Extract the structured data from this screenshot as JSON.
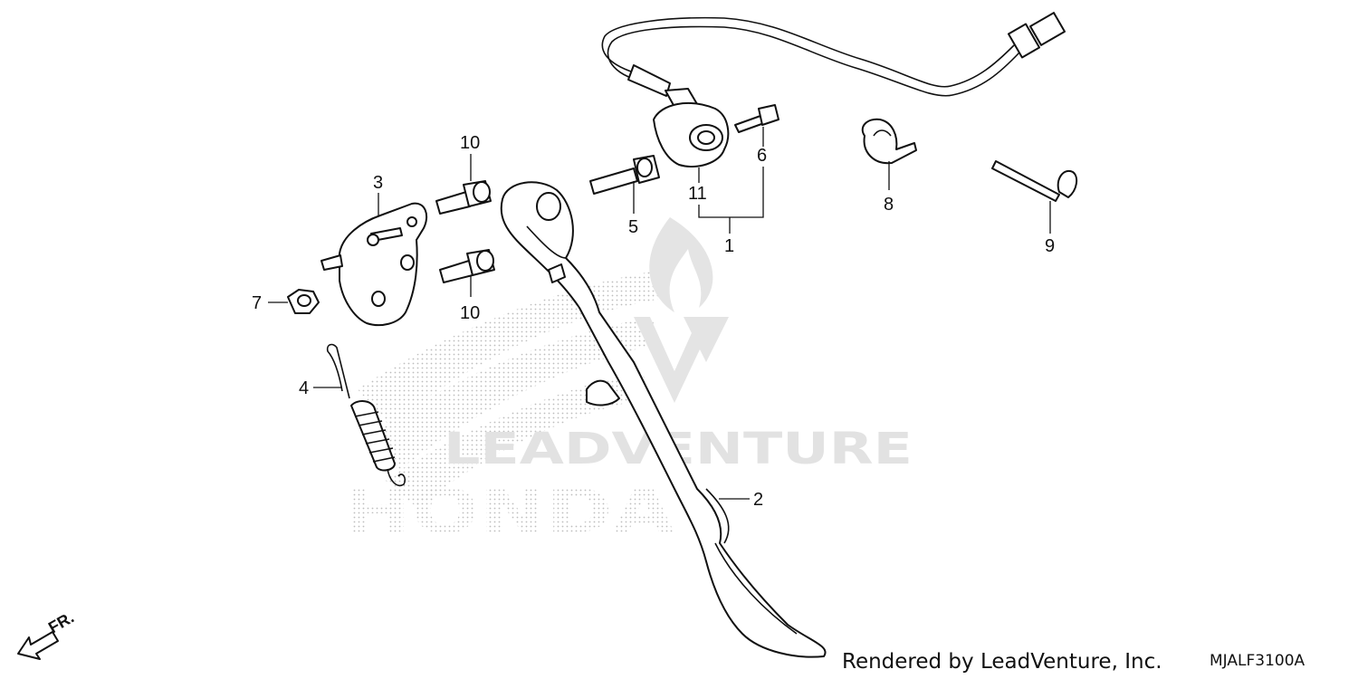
{
  "diagram": {
    "callouts": {
      "p1": "1",
      "p2": "2",
      "p3": "3",
      "p4": "4",
      "p5": "5",
      "p6": "6",
      "p7": "7",
      "p8": "8",
      "p9": "9",
      "p10a": "10",
      "p10b": "10",
      "p11": "11"
    },
    "direction_label": "FR.",
    "watermark": {
      "brand": "LEADVENTURE",
      "maker": "HONDA"
    }
  },
  "footer": {
    "credit": "Rendered by LeadVenture, Inc.",
    "code": "MJALF3100A"
  },
  "colors": {
    "ink": "#111111",
    "watermark": "#d9d9d9",
    "dots": "#bdbdbd"
  }
}
